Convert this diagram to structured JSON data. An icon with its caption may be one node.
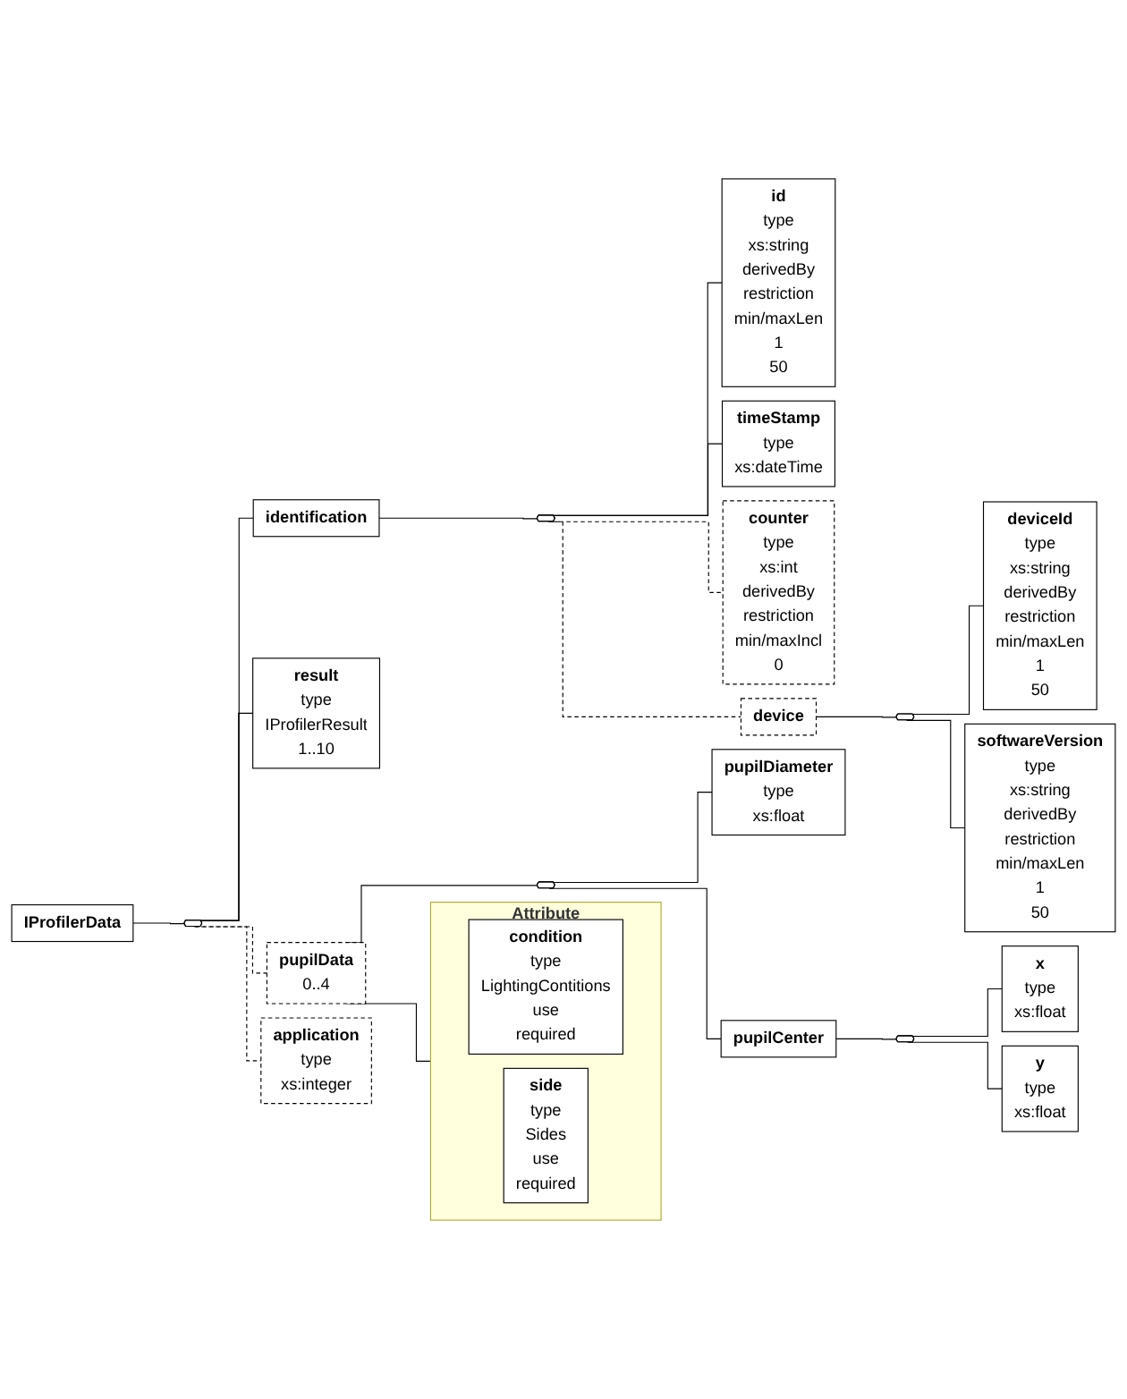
{
  "diagram": {
    "nodes": [
      {
        "text": [
          "IProfilerData"
        ]
      },
      {
        "text": [],
        "shape": "hexagon"
      },
      {
        "text": [
          "identification"
        ]
      },
      {
        "text": [],
        "shape": "hexagon"
      },
      {
        "text": [
          "id",
          "type",
          "xs:string",
          "derivedBy",
          "restriction",
          "min/maxLen",
          "1",
          "50"
        ]
      },
      {
        "text": [
          "timeStamp",
          "type",
          "xs:dateTime"
        ]
      },
      {
        "text": [
          "counter",
          "type",
          "xs:int",
          "derivedBy",
          "restriction",
          "min/maxIncl",
          "0"
        ]
      },
      {
        "text": [
          "device"
        ]
      },
      {
        "text": [],
        "shape": "hexagon"
      },
      {
        "text": [
          "deviceId",
          "type",
          "xs:string",
          "derivedBy",
          "restriction",
          "min/maxLen",
          "1",
          "50"
        ]
      },
      {
        "text": [
          "softwareVersion",
          "type",
          "xs:string",
          "derivedBy",
          "restriction",
          "min/maxLen",
          "1",
          "50"
        ]
      },
      {
        "text": [
          "result",
          "type",
          "IProfilerResult",
          "1..10"
        ]
      },
      {
        "text": [
          "pupilData",
          "0..4"
        ]
      },
      {
        "text": [
          "Attribute"
        ]
      },
      {
        "text": [
          "condition",
          "type",
          "LightingContitions",
          "use",
          "required"
        ],
        "in": 13
      },
      {
        "text": [
          "side",
          "type",
          "Sides",
          "use",
          "required"
        ],
        "in": 13
      },
      {
        "text": [],
        "shape": "hexagon"
      },
      {
        "text": [
          "pupilDiameter",
          "type",
          "xs:float"
        ]
      },
      {
        "text": [
          "pupilCenter"
        ]
      },
      {
        "text": [],
        "shape": "hexagon"
      },
      {
        "text": [
          "x",
          "type",
          "xs:float"
        ]
      },
      {
        "text": [
          "y",
          "type",
          "xs:float"
        ]
      },
      {
        "text": [
          "application",
          "type",
          "xs:integer"
        ]
      }
    ],
    "edges": [
      {
        "from": 0,
        "to": 1,
        "arrow": "none"
      },
      {
        "from": 1,
        "to": 2,
        "arrow": "none"
      },
      {
        "from": 2,
        "to": 3,
        "arrow": "none"
      },
      {
        "from": 3,
        "to": 4,
        "arrow": "none"
      },
      {
        "from": 3,
        "to": 5,
        "arrow": "none"
      },
      {
        "from": 3,
        "to": 6,
        "arrow": "none",
        "style": "dashed"
      },
      {
        "from": 3,
        "to": 7,
        "arrow": "none",
        "style": "dashed"
      },
      {
        "from": 7,
        "to": 8,
        "arrow": "none"
      },
      {
        "from": 8,
        "to": 9,
        "arrow": "none"
      },
      {
        "from": 8,
        "to": 10,
        "arrow": "none"
      },
      {
        "from": 1,
        "to": 11,
        "arrow": "none"
      },
      {
        "from": 1,
        "to": 12,
        "arrow": "none",
        "style": "dashed"
      },
      {
        "from": 12,
        "to": 13,
        "arrow": "none"
      },
      {
        "from": 12,
        "to": 16,
        "arrow": "none"
      },
      {
        "from": 16,
        "to": 17,
        "arrow": "none"
      },
      {
        "from": 16,
        "to": 18,
        "arrow": "none"
      },
      {
        "from": 18,
        "to": 19,
        "arrow": "none"
      },
      {
        "from": 19,
        "to": 20,
        "arrow": "none"
      },
      {
        "from": 19,
        "to": 21,
        "arrow": "none"
      },
      {
        "from": 1,
        "to": 22,
        "arrow": "none",
        "style": "dashed"
      }
    ]
  }
}
